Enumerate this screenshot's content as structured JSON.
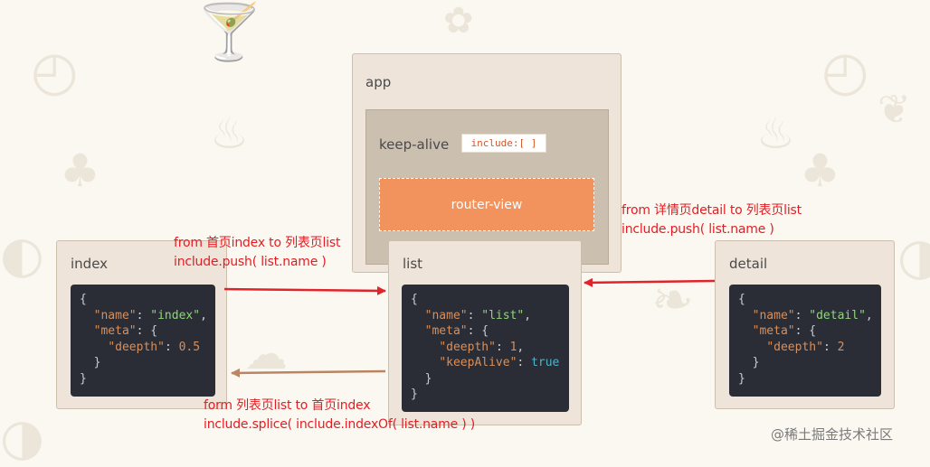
{
  "nodes": {
    "app": "app",
    "keep_alive": "keep-alive",
    "include_tag": "include:[ ]",
    "router_view": "router-view",
    "index": "index",
    "list": "list",
    "detail": "detail"
  },
  "code": {
    "index": {
      "name_key": "\"name\"",
      "name_value": "\"index\"",
      "meta_key": "\"meta\"",
      "deepth_key": "\"deepth\"",
      "deepth_value": "0.5"
    },
    "list": {
      "name_key": "\"name\"",
      "name_value": "\"list\"",
      "meta_key": "\"meta\"",
      "deepth_key": "\"deepth\"",
      "deepth_value": "1",
      "keepalive_key": "\"keepAlive\"",
      "keepalive_value": "true"
    },
    "detail": {
      "name_key": "\"name\"",
      "name_value": "\"detail\"",
      "meta_key": "\"meta\"",
      "deepth_key": "\"deepth\"",
      "deepth_value": "2"
    }
  },
  "annotations": {
    "index_to_list": {
      "line1": "from 首页index to 列表页list",
      "line2": "include.push( list.name )"
    },
    "detail_to_list": {
      "line1": "from 详情页detail to 列表页list",
      "line2": "include.push( list.name )"
    },
    "list_to_index": {
      "line1": "form 列表页list to 首页index",
      "line2": "include.splice( include.indexOf( list.name ) )"
    }
  },
  "colors": {
    "red_annotation": "#e51c23",
    "red_arrow": "#e0242b",
    "brown_arrow": "#b98563",
    "router_view": "#f2935e"
  },
  "watermark": "@稀土掘金技术社区"
}
